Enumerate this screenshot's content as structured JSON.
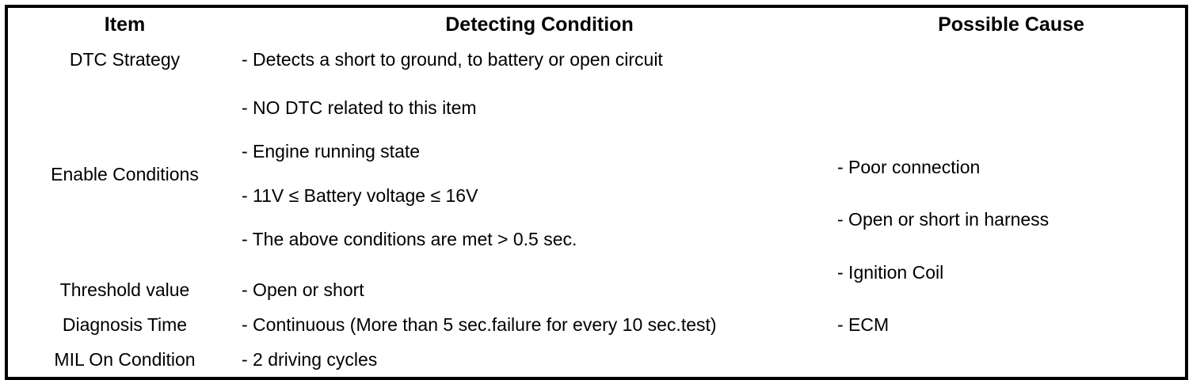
{
  "table": {
    "headers": {
      "item": "Item",
      "detecting_condition": "Detecting Condition",
      "possible_cause": "Possible Cause"
    },
    "rows": [
      {
        "item": "DTC Strategy",
        "detecting_condition_lines": [
          "-  Detects a short to ground, to battery or open circuit"
        ]
      },
      {
        "item": "Enable Conditions",
        "detecting_condition_lines": [
          "-  NO DTC related to this item",
          "-  Engine running state",
          "-  11V ≤ Battery voltage ≤ 16V",
          "-  The above conditions are met > 0.5 sec."
        ]
      },
      {
        "item": "Threshold value",
        "detecting_condition_lines": [
          "-  Open or short"
        ]
      },
      {
        "item": "Diagnosis Time",
        "detecting_condition_lines": [
          "-  Continuous (More than 5 sec.failure for every 10 sec.test)"
        ]
      },
      {
        "item": "MIL On Condition",
        "detecting_condition_lines": [
          "-  2 driving cycles"
        ]
      }
    ],
    "possible_cause_items": [
      "-  Poor connection",
      "-  Open or short in harness",
      "-  Ignition Coil",
      "-  ECM"
    ]
  },
  "style": {
    "border_color": "#000000",
    "text_color": "#000000",
    "background": "#ffffff"
  }
}
